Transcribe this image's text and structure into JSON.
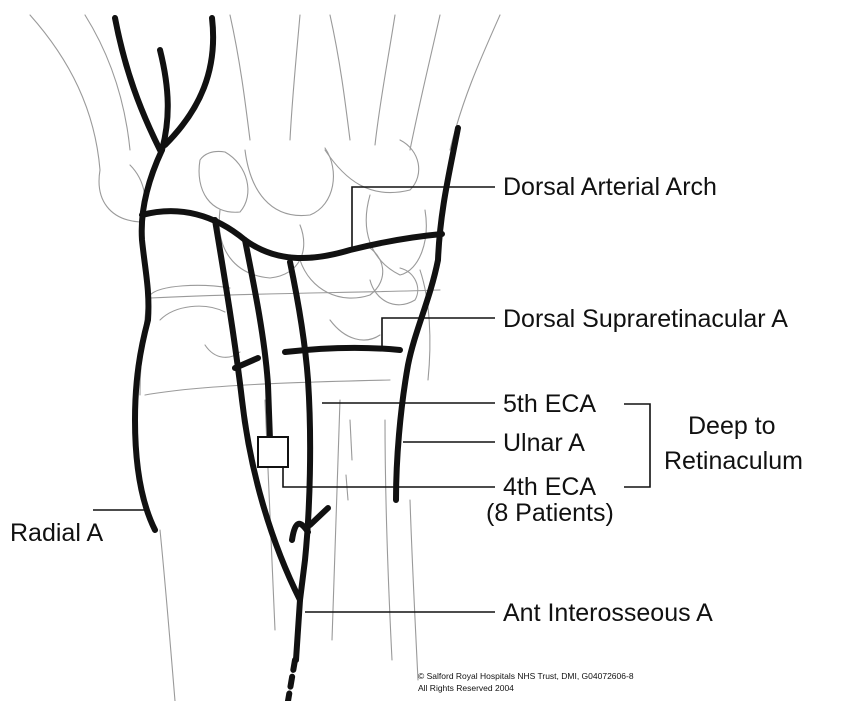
{
  "labels": {
    "dorsal_arterial_arch": "Dorsal Arterial Arch",
    "dorsal_supraretinacular": "Dorsal Supraretinacular A",
    "fifth_eca": "5th ECA",
    "ulnar": "Ulnar A",
    "fourth_eca": "4th ECA",
    "patients": "(8 Patients)",
    "deep_to_line1": "Deep to",
    "deep_to_line2": "Retinaculum",
    "radial": "Radial A",
    "ant_interosseous": "Ant Interosseous A"
  },
  "copyright": {
    "line1": "© Salford Royal Hospitals NHS Trust, DMI, G04072606-8",
    "line2": "All Rights Reserved 2004"
  },
  "colors": {
    "artery": "#111111",
    "bone_outline": "#9a9a9a",
    "background": "#ffffff"
  }
}
